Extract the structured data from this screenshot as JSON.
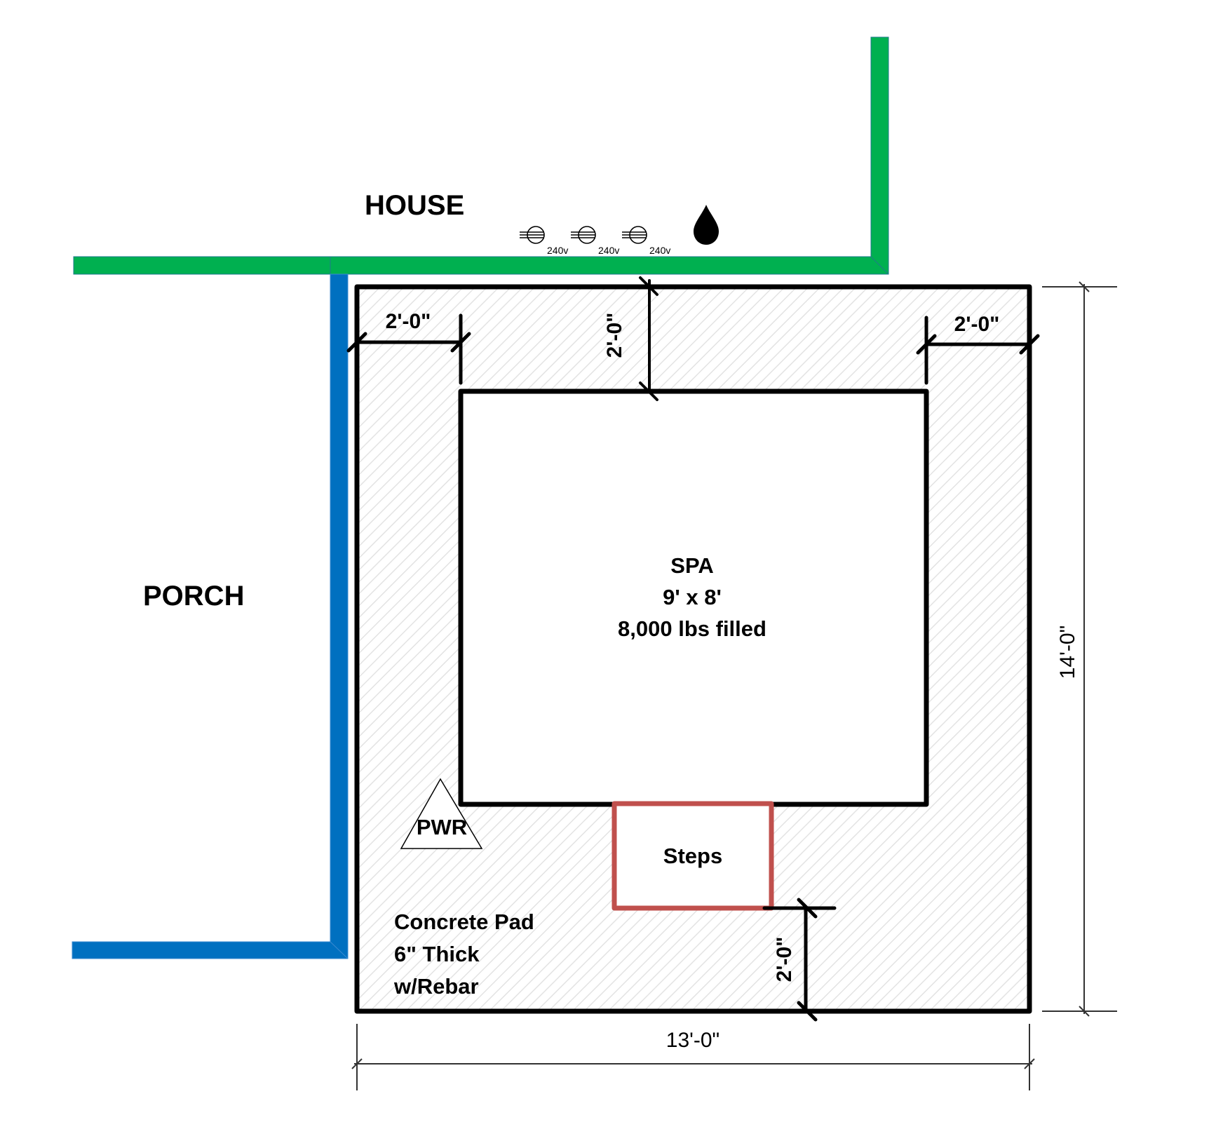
{
  "diagram": {
    "type": "site-plan",
    "labels": {
      "house": "HOUSE",
      "porch": "PORCH",
      "spa_title": "SPA",
      "spa_size": "9' x 8'",
      "spa_weight": "8,000 lbs filled",
      "steps": "Steps",
      "power": "PWR",
      "pad_line1": "Concrete Pad",
      "pad_line2": "6\" Thick",
      "pad_line3": "w/Rebar"
    },
    "dimensions": {
      "top_left_clearance": "2'-0\"",
      "top_clearance": "2'-0\"",
      "top_right_clearance": "2'-0\"",
      "bottom_clearance": "2'-0\"",
      "pad_width": "13'-0\"",
      "pad_depth": "14'-0\""
    },
    "utilities": {
      "outlets": [
        {
          "icon": "outlet-240v-icon",
          "label": "240v"
        },
        {
          "icon": "outlet-240v-icon",
          "label": "240v"
        },
        {
          "icon": "outlet-240v-icon",
          "label": "240v"
        }
      ],
      "water": {
        "icon": "water-drop-icon"
      }
    },
    "colors": {
      "house_wall": "#00B050",
      "porch_wall": "#0070C0",
      "steps_outline": "#C0504D",
      "outline": "#000000",
      "pad_hatch": "#e6e6e6"
    }
  }
}
